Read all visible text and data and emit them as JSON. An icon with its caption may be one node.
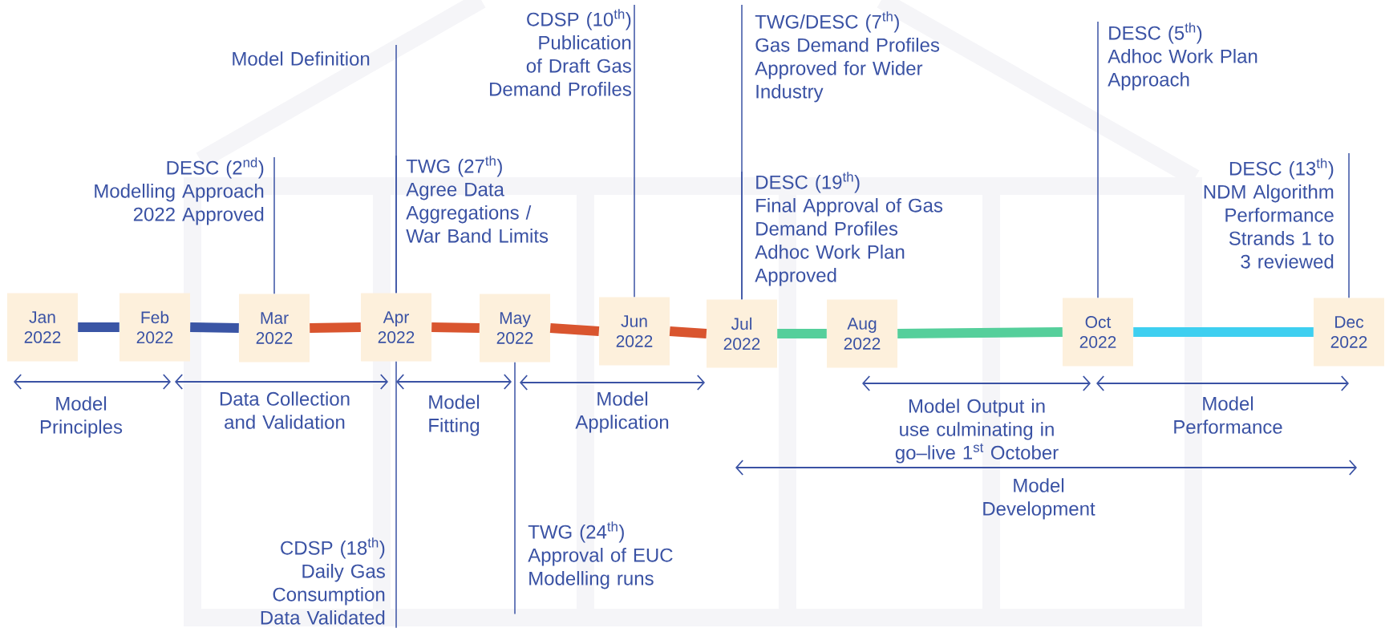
{
  "diagram": {
    "nodes": [
      {
        "text": [
          "Jan 2022"
        ]
      },
      {
        "text": [
          "Feb 2022"
        ]
      },
      {
        "text": [
          "Mar 2022"
        ]
      },
      {
        "text": [
          "Apr 2022"
        ]
      },
      {
        "text": [
          "May 2022"
        ]
      },
      {
        "text": [
          "Jun 2022"
        ]
      },
      {
        "text": [
          "Jul 2022"
        ]
      },
      {
        "text": [
          "Aug 2022"
        ]
      },
      {
        "text": [
          "Oct 2022"
        ]
      },
      {
        "text": [
          "Dec 2022"
        ]
      },
      {
        "text": [
          "Model Definition"
        ]
      },
      {
        "text": [
          "DESC (2$^{nd}$)",
          "Modelling Approach 2022 Approved"
        ]
      },
      {
        "text": [
          "TWG (27$^{th}$)",
          "Agree Data Aggregations / War Band Limits"
        ]
      },
      {
        "text": [
          "CDSP (10$^{th}$)",
          "Publication of Draft Gas Demand Profiles"
        ]
      },
      {
        "text": [
          "TWG/DESC (7$^{th}$)",
          "Gas Demand Profiles Approved for Wider Industry"
        ]
      },
      {
        "text": [
          "DESC (19$^{th}$)",
          "Final Approval of Gas Demand Profiles",
          "Adhoc Work Plan Approved"
        ]
      },
      {
        "text": [
          "DESC (5$^{th}$)",
          "Adhoc Work Plan Approach"
        ]
      },
      {
        "text": [
          "DESC (13$^{th}$)",
          "NDM Algorithm Performance Strands 1 to 3 reviewed"
        ]
      },
      {
        "text": [
          "CDSP (18$^{th}$)",
          "Daily Gas Consumption Data Validated"
        ]
      },
      {
        "text": [
          "TWG (24$^{th}$)",
          "Approval of EUC Modelling runs"
        ]
      }
    ],
    "edges": [
      {
        "from": 0,
        "to": 1,
        "arrow": "none",
        "style": "thick",
        "color": "#3a55a5"
      },
      {
        "from": 1,
        "to": 2,
        "arrow": "none",
        "style": "thick",
        "color": "#3a55a5"
      },
      {
        "from": 2,
        "to": 3,
        "arrow": "none",
        "style": "thick",
        "color": "#d9552f"
      },
      {
        "from": 3,
        "to": 4,
        "arrow": "none",
        "style": "thick",
        "color": "#d9552f"
      },
      {
        "from": 4,
        "to": 5,
        "arrow": "none",
        "style": "thick",
        "color": "#d9552f"
      },
      {
        "from": 5,
        "to": 6,
        "arrow": "none",
        "style": "thick",
        "color": "#d9552f"
      },
      {
        "from": 6,
        "to": 7,
        "arrow": "none",
        "style": "thick",
        "color": "#55cf9b"
      },
      {
        "from": 7,
        "to": 8,
        "arrow": "none",
        "style": "thick",
        "color": "#55cf9b"
      },
      {
        "from": 8,
        "to": 9,
        "arrow": "none",
        "style": "thick",
        "color": "#3ecff0"
      },
      {
        "from": 10,
        "to": 3,
        "arrow": "none"
      },
      {
        "from": 11,
        "to": 2,
        "arrow": "none"
      },
      {
        "from": 12,
        "to": 3,
        "arrow": "none"
      },
      {
        "from": 13,
        "to": 5,
        "arrow": "none"
      },
      {
        "from": 14,
        "to": 6,
        "arrow": "none"
      },
      {
        "from": 15,
        "to": 6,
        "arrow": "none"
      },
      {
        "from": 16,
        "to": 8,
        "arrow": "none"
      },
      {
        "from": 17,
        "to": 9,
        "arrow": "none"
      },
      {
        "from": 18,
        "to": 3,
        "arrow": "none"
      },
      {
        "from": 19,
        "to": 4,
        "arrow": "none"
      }
    ],
    "labels": [
      "Model Principles",
      "Data Collection and Validation",
      "Model Fitting",
      "Model Application",
      "Model Output in use culminating in go–live 1$^{st}$ October",
      "Model Performance",
      "Model Development"
    ]
  }
}
